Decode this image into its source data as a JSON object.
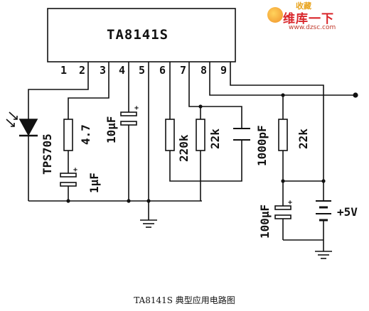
{
  "chip": {
    "name": "TA8141S",
    "pins": [
      "1",
      "2",
      "3",
      "4",
      "5",
      "6",
      "7",
      "8",
      "9"
    ]
  },
  "components": {
    "led": {
      "label": "TPS705"
    },
    "r1": {
      "label": "4.7"
    },
    "c_1u": {
      "label": "1µF"
    },
    "c_10u": {
      "label": "10µF"
    },
    "r_220k": {
      "label": "220k"
    },
    "r_22k_a": {
      "label": "22k"
    },
    "c_1000p": {
      "label": "1000pF"
    },
    "r_22k_b": {
      "label": "22k"
    },
    "c_100u": {
      "label": "100µF"
    },
    "battery": {
      "label": "+5V"
    }
  },
  "caption": "TA8141S 典型应用电路图",
  "watermark": {
    "top": "收藏",
    "main": "维库一下",
    "url": "www.dzsc.com"
  },
  "colors": {
    "ink": "#111111",
    "watermark_red": "#d9262b",
    "watermark_gold": "#e8a31c"
  }
}
